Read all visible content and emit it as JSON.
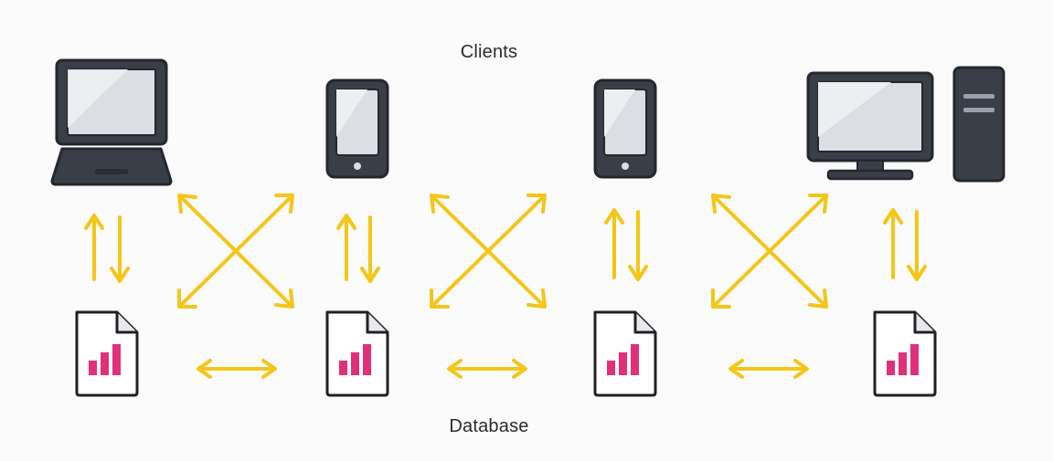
{
  "labels": {
    "clients": "Clients",
    "database": "Database"
  },
  "colors": {
    "arrow": "#f5c518",
    "device_dark": "#3a3e47",
    "device_outline": "#24272d",
    "screen": "#dcdee4",
    "screen_shine": "#eceef2",
    "doc_bars": "#e0307a",
    "doc_paper": "#ffffff",
    "text": "#2b2b2b"
  },
  "clients": [
    {
      "name": "client-laptop",
      "icon": "laptop-icon"
    },
    {
      "name": "client-phone-1",
      "icon": "phone-icon"
    },
    {
      "name": "client-phone-2",
      "icon": "phone-icon"
    },
    {
      "name": "client-desktop",
      "icon": "desktop-computer-icon"
    }
  ],
  "databases": [
    {
      "name": "database-copy-1",
      "icon": "chart-document-icon"
    },
    {
      "name": "database-copy-2",
      "icon": "chart-document-icon"
    },
    {
      "name": "database-copy-3",
      "icon": "chart-document-icon"
    },
    {
      "name": "database-copy-4",
      "icon": "chart-document-icon"
    }
  ]
}
